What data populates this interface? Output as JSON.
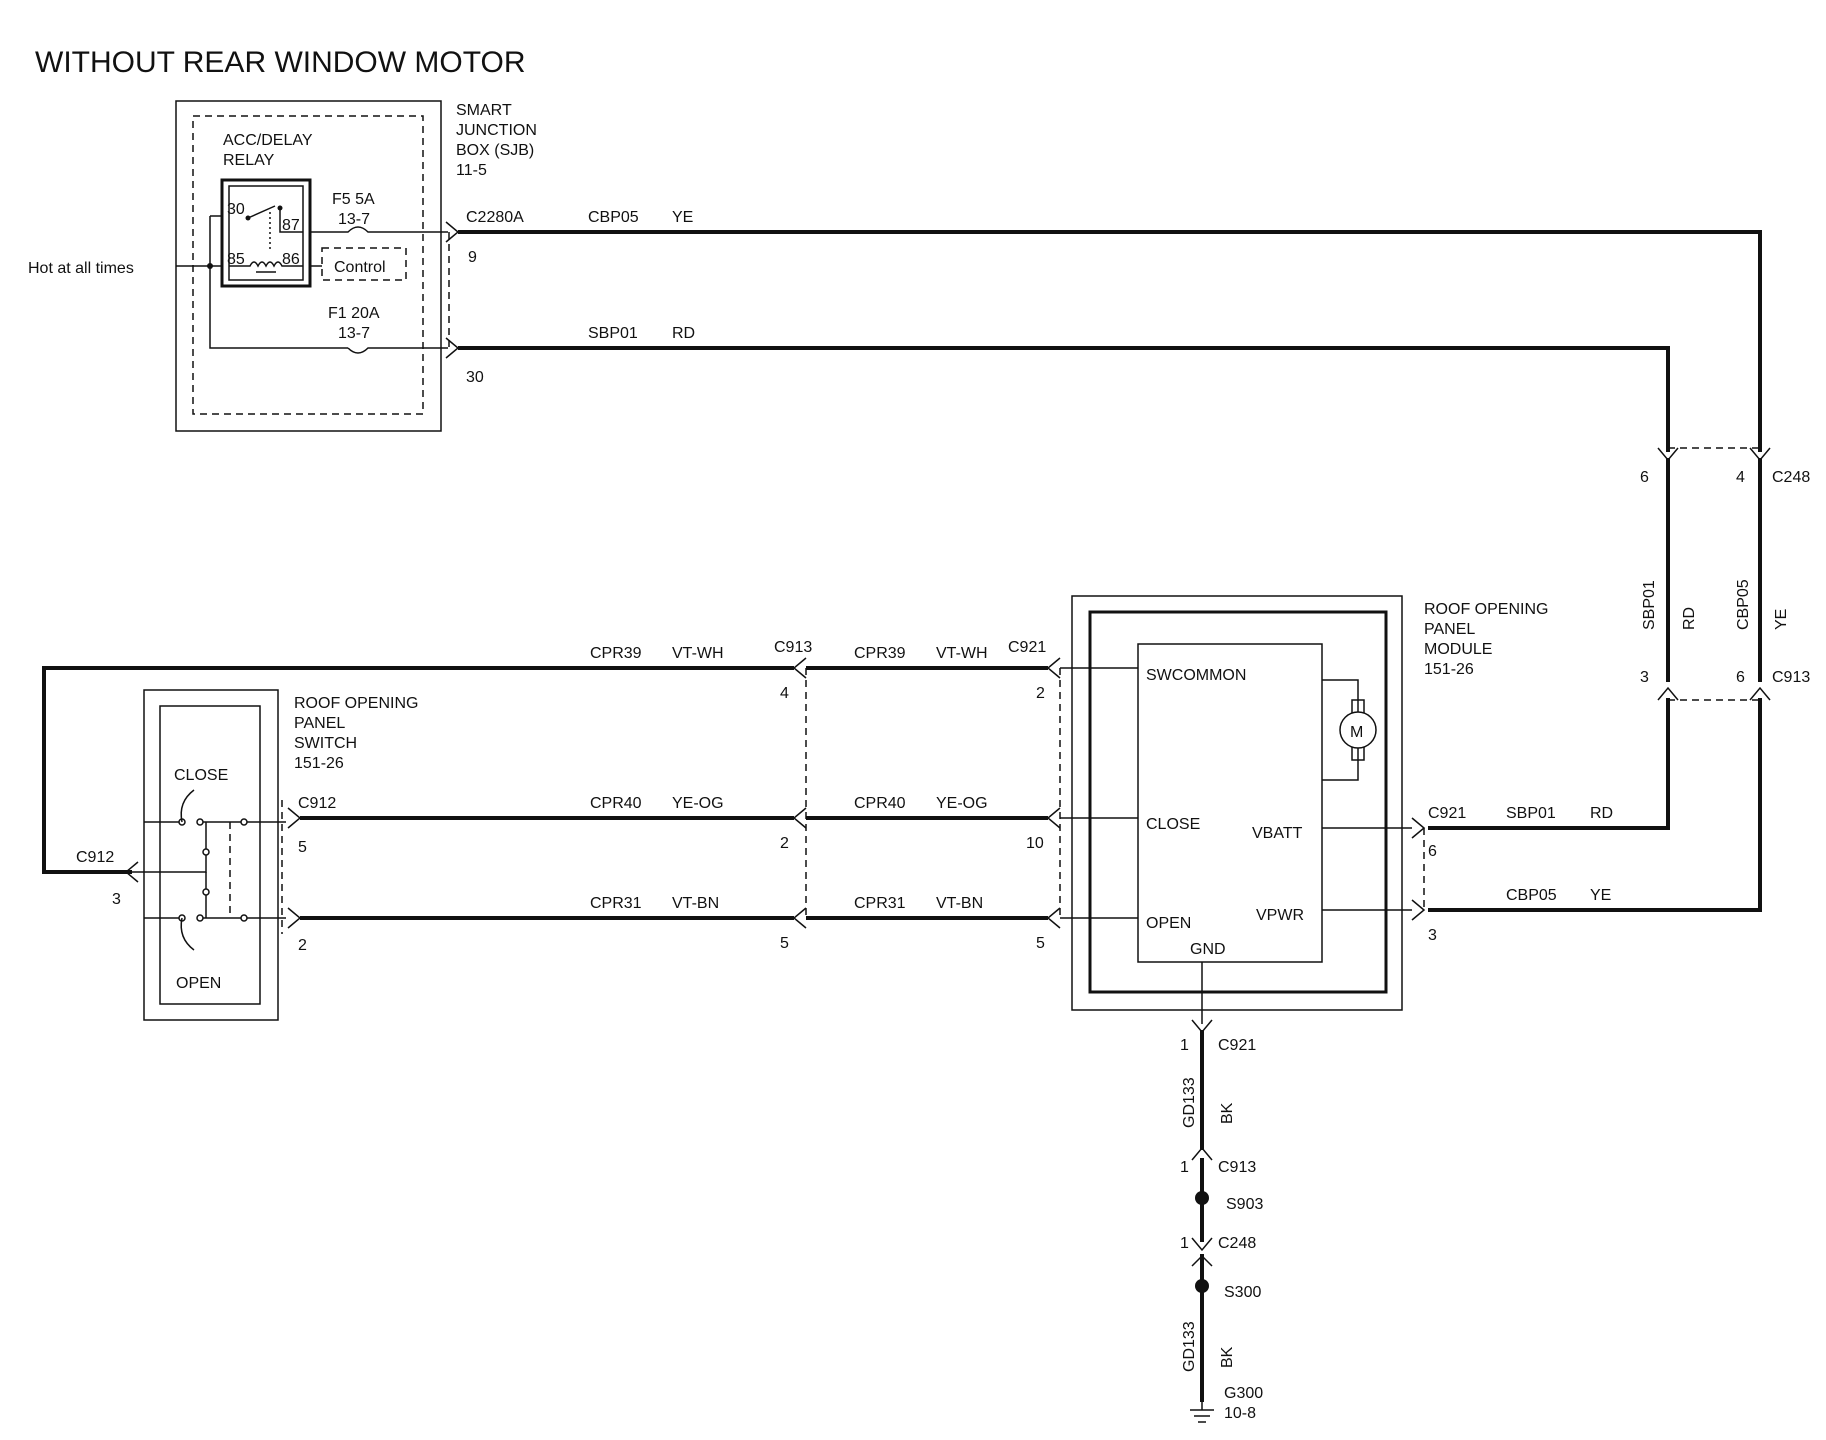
{
  "title": "WITHOUT REAR WINDOW MOTOR",
  "hot_label": "Hot at all times",
  "sjb": {
    "line1": "SMART",
    "line2": "JUNCTION",
    "line3": "BOX (SJB)",
    "ref": "11-5",
    "relay_line1": "ACC/DELAY",
    "relay_line2": "RELAY",
    "pin30": "30",
    "pin87": "87",
    "pin85": "85",
    "pin86": "86",
    "control": "Control",
    "fuse_f5": "F5  5A",
    "fuse_f5_ref": "13-7",
    "fuse_f1": "F1  20A",
    "fuse_f1_ref": "13-7",
    "connector": "C2280A",
    "pin9": "9",
    "pin30_out": "30"
  },
  "wires": {
    "cbp05": "CBP05",
    "sbp01": "SBP01",
    "cpr39": "CPR39",
    "cpr40": "CPR40",
    "cpr31": "CPR31",
    "gd133": "GD133",
    "ye": "YE",
    "rd": "RD",
    "vt_wh": "VT-WH",
    "ye_og": "YE-OG",
    "vt_bn": "VT-BN",
    "bk": "BK"
  },
  "connectors": {
    "c248": "C248",
    "c913": "C913",
    "c921": "C921",
    "c912": "C912"
  },
  "pins": {
    "p1": "1",
    "p2": "2",
    "p3": "3",
    "p4": "4",
    "p5": "5",
    "p6": "6",
    "p10": "10"
  },
  "module": {
    "line1": "ROOF OPENING",
    "line2": "PANEL",
    "line3": "MODULE",
    "ref": "151-26",
    "swcommon": "SWCOMMON",
    "close": "CLOSE",
    "open": "OPEN",
    "vbatt": "VBATT",
    "vpwr": "VPWR",
    "gnd": "GND",
    "motor": "M"
  },
  "switch": {
    "line1": "ROOF OPENING",
    "line2": "PANEL",
    "line3": "SWITCH",
    "ref": "151-26",
    "close": "CLOSE",
    "open": "OPEN"
  },
  "ground": {
    "s903": "S903",
    "s300": "S300",
    "g300": "G300",
    "g300_ref": "10-8"
  }
}
